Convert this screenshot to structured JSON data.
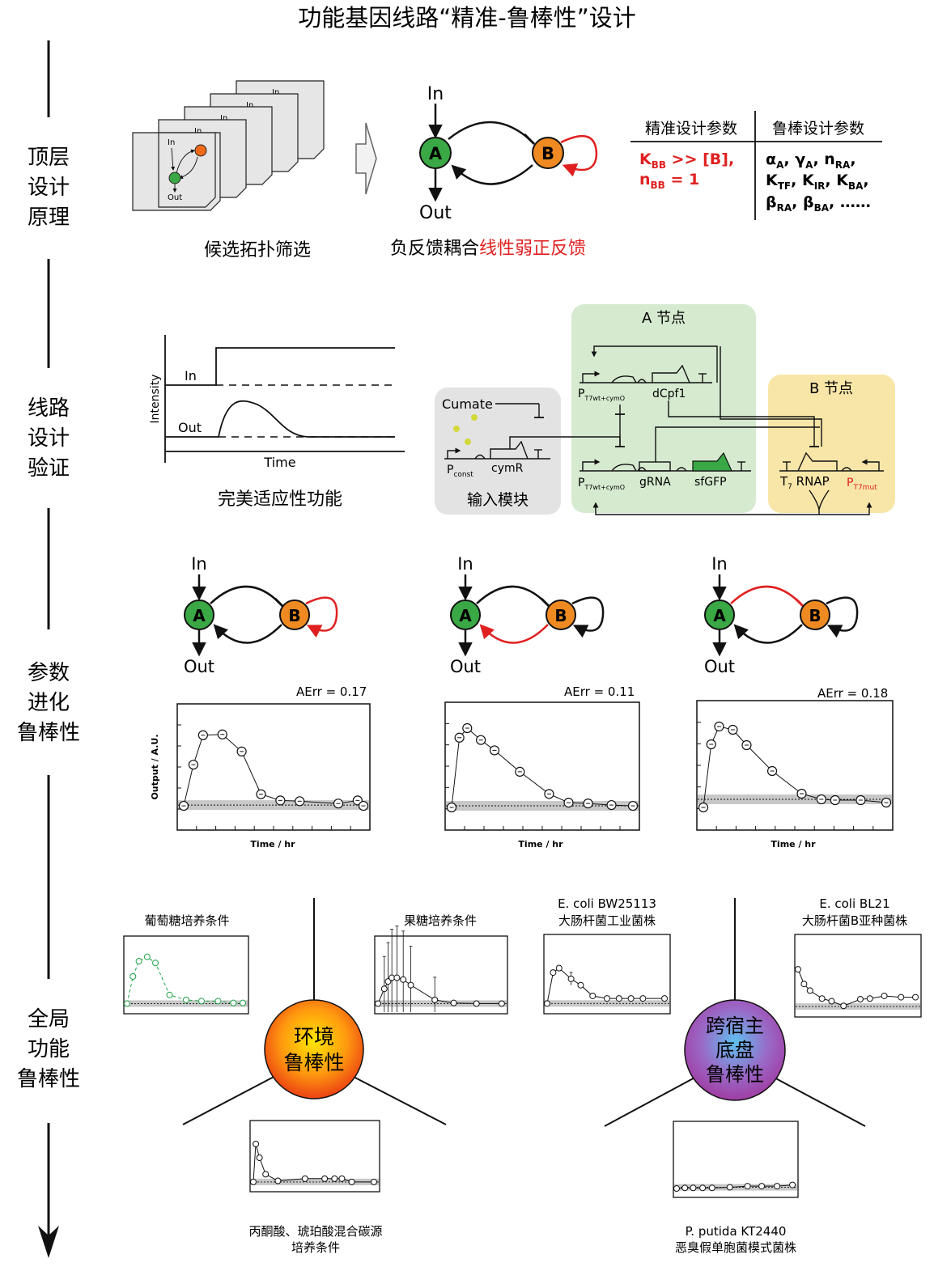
{
  "title": "功能基因线路“精准-鲁棒性”设计",
  "sections": {
    "s1": [
      "顶层",
      "设计",
      "原理"
    ],
    "s2": [
      "线路",
      "设计",
      "验证"
    ],
    "s3": [
      "参数",
      "进化",
      "鲁棒性"
    ],
    "s4": [
      "全局",
      "功能",
      "鲁棒性"
    ]
  },
  "top": {
    "candidate_caption": "候选拓扑筛选",
    "page_label_in": "In",
    "page_label_out": "Out",
    "node_a": "A",
    "node_b": "B",
    "in_label": "In",
    "out_label": "Out",
    "neg_fb_caption_black": "负反馈耦合",
    "neg_fb_caption_red": "线性弱正反馈",
    "table_header_precise": "精准设计参数",
    "table_header_robust": "鲁棒设计参数",
    "precise_line1": "K",
    "precise_line1_sub": "BB",
    "precise_line1_rest": " >> [B],",
    "precise_line2": "n",
    "precise_line2_sub": "BB",
    "precise_line2_rest": " = 1",
    "robust_r1": [
      "α",
      "A",
      ", γ",
      "A",
      ", n",
      "RA",
      ","
    ],
    "robust_r2": [
      "K",
      "TF",
      ", K",
      "IR",
      ", K",
      "BA",
      ","
    ],
    "robust_r3": [
      "β",
      "RA",
      ", β",
      "BA",
      ", ……"
    ]
  },
  "adapt": {
    "ylabel": "Intensity",
    "xlabel": "Time",
    "in_label": "In",
    "out_label": "Out",
    "caption": "完美适应性功能"
  },
  "circuit": {
    "input_module": "输入模块",
    "cumate": "Cumate",
    "pconst": "P",
    "pconst_sub": "const",
    "cymr": "cymR",
    "node_a_title": "A 节点",
    "node_b_title": "B 节点",
    "pt7_a1": "P",
    "pt7_a1_sub": "T7wt+cymO",
    "dcpf1": "dCpf1",
    "pt7_a2": "P",
    "pt7_a2_sub": "T7wt+cymO",
    "grna": "gRNA",
    "sfgfp": "sfGFP",
    "t7rnap": "T",
    "t7rnap_sub": "7",
    "t7rnap_rest": " RNAP",
    "pt7mut": "P",
    "pt7mut_sub": "T7mut",
    "colors": {
      "green_bg": "#d6ead0",
      "yellow_bg": "#f7e6a8",
      "gray_bg": "#e3e3e3",
      "sfgfp": "#3aa845"
    }
  },
  "evolution": {
    "in": "In",
    "out": "Out",
    "a": "A",
    "b": "B",
    "ylabel": "Output / A.U.",
    "xlabel": "Time / hr",
    "aerr": [
      "AErr = 0.17",
      "AErr = 0.11",
      "AErr = 0.18"
    ]
  },
  "global": {
    "env_center": [
      "环境",
      "鲁棒性"
    ],
    "host_center": [
      "跨宿主",
      "底盘",
      "鲁棒性"
    ],
    "glucose": "葡萄糖培养条件",
    "fructose": "果糖培养条件",
    "pyruvate": [
      "丙酮酸、琥珀酸混合碳源",
      "培养条件"
    ],
    "bw25113": [
      "E. coli BW25113",
      "大肠杆菌工业菌株"
    ],
    "bl21": [
      "E. coli BL21",
      "大肠杆菌B亚种菌株"
    ],
    "putida": [
      "P. putida KT2440",
      "恶臭假单胞菌模式菌株"
    ]
  },
  "colors": {
    "node_a": "#3aa845",
    "node_b": "#ef8a22",
    "red": "#e02020",
    "glucose_series": "#22a34a"
  },
  "chart_data": [
    {
      "type": "line",
      "title": "AErr = 0.17",
      "xlabel": "Time / hr",
      "ylabel": "Output / A.U.",
      "x": [
        0,
        0.5,
        1,
        2,
        3,
        4,
        5,
        6,
        8,
        9,
        9.3
      ],
      "values": [
        0.02,
        0.55,
        0.93,
        0.94,
        0.72,
        0.17,
        0.09,
        0.08,
        0.05,
        0.09,
        0.02
      ]
    },
    {
      "type": "line",
      "title": "AErr = 0.11",
      "xlabel": "Time / hr",
      "ylabel": "Output / A.U.",
      "x": [
        0,
        0.4,
        0.8,
        1.5,
        2.2,
        3.5,
        5,
        6,
        7,
        8.2,
        9.3
      ],
      "values": [
        0.0,
        0.88,
        1.0,
        0.85,
        0.72,
        0.45,
        0.17,
        0.06,
        0.05,
        0.03,
        0.02
      ]
    },
    {
      "type": "line",
      "title": "AErr = 0.18",
      "xlabel": "Time / hr",
      "ylabel": "Output / A.U.",
      "x": [
        0,
        0.4,
        0.8,
        1.5,
        2.2,
        3.5,
        5,
        6,
        6.7,
        8,
        9.3
      ],
      "values": [
        0.0,
        0.78,
        1.0,
        0.96,
        0.77,
        0.45,
        0.17,
        0.1,
        0.09,
        0.09,
        0.06
      ]
    }
  ]
}
